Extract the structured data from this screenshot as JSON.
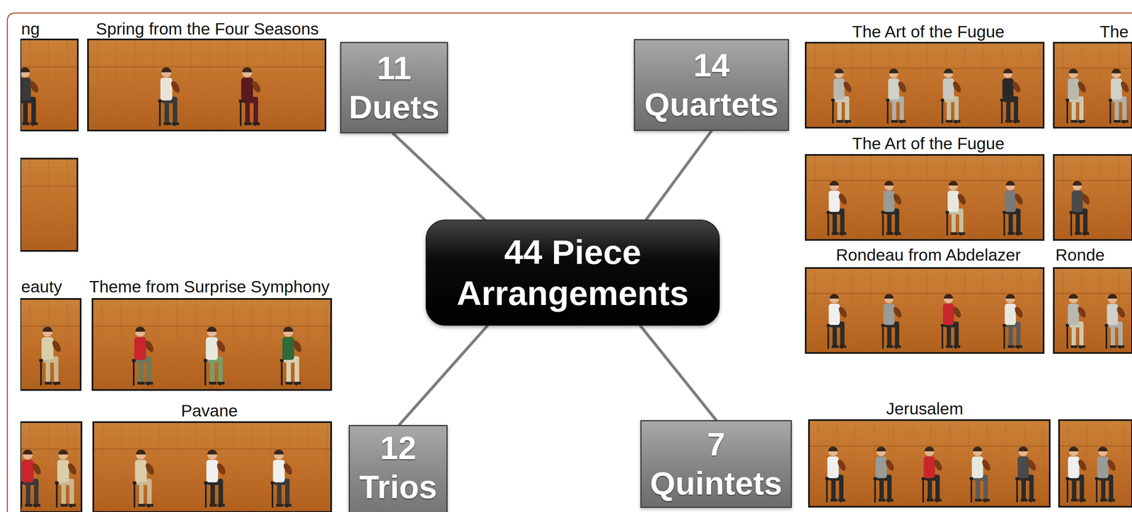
{
  "diagram": {
    "nodes": [
      {
        "text": [
          "44 Piece Arrangements"
        ]
      },
      {
        "text": [
          "11 Duets"
        ]
      },
      {
        "text": [
          "14 Quartets"
        ]
      },
      {
        "text": [
          "12 Trios"
        ]
      },
      {
        "text": [
          "7 Quintets"
        ]
      }
    ],
    "edges": [
      {
        "from": 0,
        "to": 1,
        "arrow": "none"
      },
      {
        "from": 0,
        "to": 2,
        "arrow": "none"
      },
      {
        "from": 0,
        "to": 3,
        "arrow": "none"
      },
      {
        "from": 0,
        "to": 4,
        "arrow": "none"
      }
    ],
    "labels": [
      "ng",
      "Spring from the Four Seasons",
      "The Art of the Fugue",
      "The",
      "The Art of the Fugue",
      "eauty",
      "Theme from Surprise Symphony",
      "Rondeau from Abdelazer",
      "Ronde",
      "Pavane",
      "Jerusalem"
    ]
  }
}
